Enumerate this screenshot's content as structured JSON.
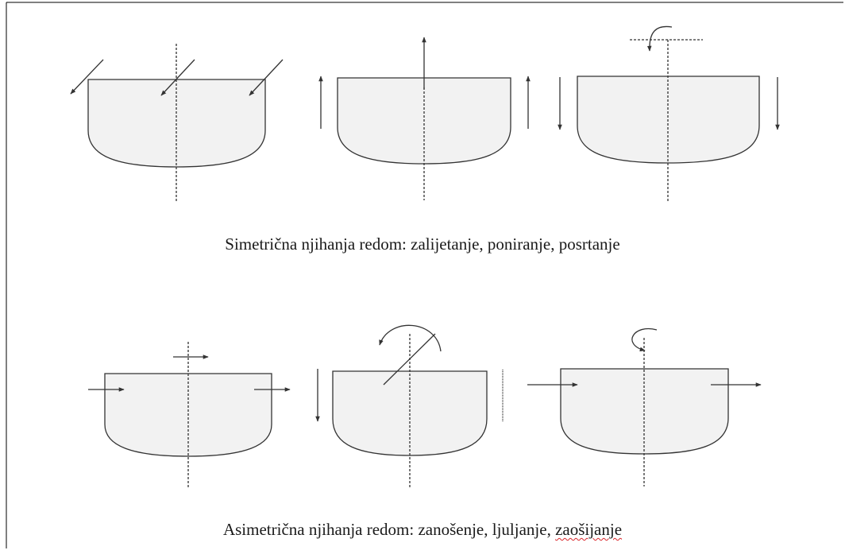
{
  "captions": {
    "symmetric": "Simetrična njihanja redom: zalijetanje, poniranje, posrtanje",
    "asymmetric_prefix": "Asimetrična njihanja redom: zanošenje, ljuljanje, ",
    "asymmetric_last": "zaošijanje"
  },
  "colors": {
    "hull_fill": "#f2f2f2",
    "stroke": "#333333",
    "spellcheck_underline": "#d9262b"
  },
  "figures": [
    {
      "id": "zalijetanje",
      "motion": "surge"
    },
    {
      "id": "poniranje",
      "motion": "heave"
    },
    {
      "id": "posrtanje",
      "motion": "pitch"
    },
    {
      "id": "zanosenje",
      "motion": "sway"
    },
    {
      "id": "ljuljanje",
      "motion": "roll"
    },
    {
      "id": "zaosijanje",
      "motion": "yaw"
    }
  ]
}
